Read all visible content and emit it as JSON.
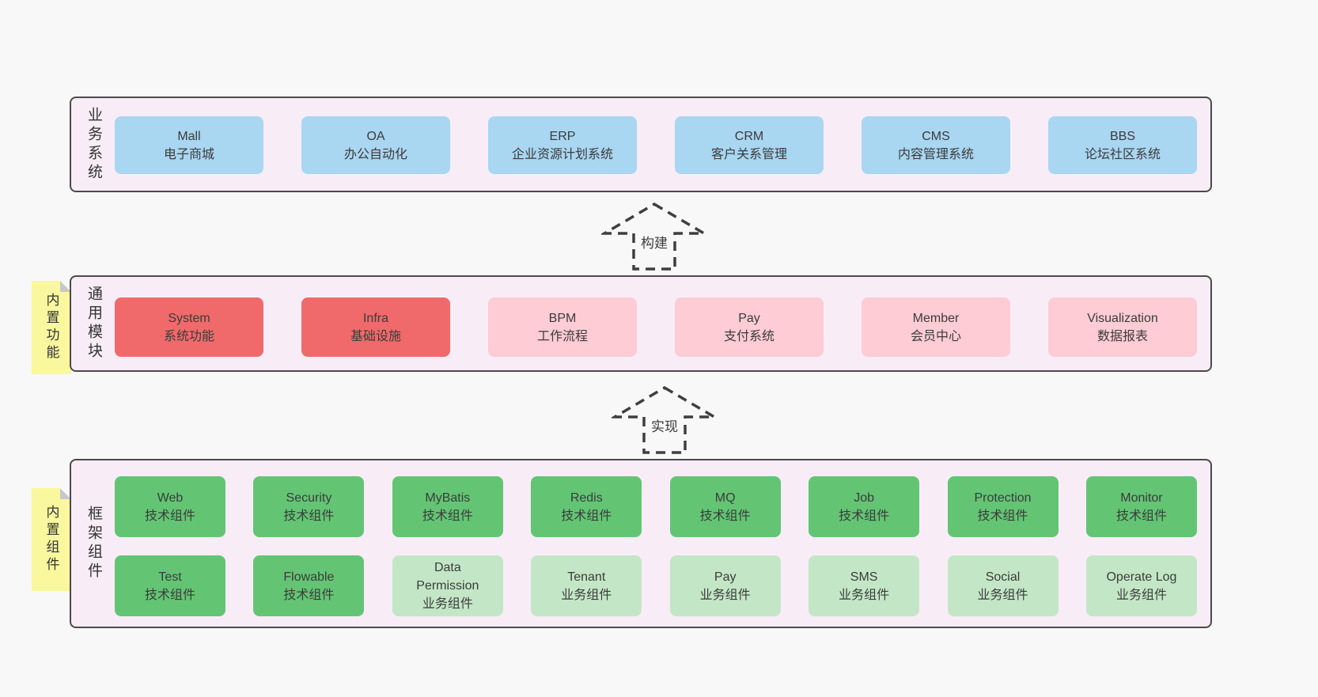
{
  "colors": {
    "page_bg": "#f8f8f8",
    "layer_bg": "#f8edf6",
    "layer_border": "#4a4a4a",
    "blue_box": "#a9d6f1",
    "red_box": "#f06a6b",
    "pink_box": "#fdccd4",
    "green_dark_box": "#63c574",
    "green_light_box": "#c3e7c6",
    "sticky_note": "#f9f89e",
    "text": "#3b3b3b"
  },
  "layers": {
    "business": {
      "label": "业务系统",
      "boxes": [
        {
          "title": "Mall",
          "subtitle": "电子商城"
        },
        {
          "title": "OA",
          "subtitle": "办公自动化"
        },
        {
          "title": "ERP",
          "subtitle": "企业资源计划系统"
        },
        {
          "title": "CRM",
          "subtitle": "客户关系管理"
        },
        {
          "title": "CMS",
          "subtitle": "内容管理系统"
        },
        {
          "title": "BBS",
          "subtitle": "论坛社区系统"
        }
      ]
    },
    "modules": {
      "label": "通用模块",
      "sticky": "内置功能",
      "boxes": [
        {
          "title": "System",
          "subtitle": "系统功能",
          "variant": "red"
        },
        {
          "title": "Infra",
          "subtitle": "基础设施",
          "variant": "red"
        },
        {
          "title": "BPM",
          "subtitle": "工作流程",
          "variant": "pink"
        },
        {
          "title": "Pay",
          "subtitle": "支付系统",
          "variant": "pink"
        },
        {
          "title": "Member",
          "subtitle": "会员中心",
          "variant": "pink"
        },
        {
          "title": "Visualization",
          "subtitle": "数据报表",
          "variant": "pink"
        }
      ]
    },
    "components": {
      "label": "框架组件",
      "sticky": "内置组件",
      "row1": [
        {
          "title": "Web",
          "subtitle": "技术组件",
          "variant": "dark"
        },
        {
          "title": "Security",
          "subtitle": "技术组件",
          "variant": "dark"
        },
        {
          "title": "MyBatis",
          "subtitle": "技术组件",
          "variant": "dark"
        },
        {
          "title": "Redis",
          "subtitle": "技术组件",
          "variant": "dark"
        },
        {
          "title": "MQ",
          "subtitle": "技术组件",
          "variant": "dark"
        },
        {
          "title": "Job",
          "subtitle": "技术组件",
          "variant": "dark"
        },
        {
          "title": "Protection",
          "subtitle": "技术组件",
          "variant": "dark"
        },
        {
          "title": "Monitor",
          "subtitle": "技术组件",
          "variant": "dark"
        }
      ],
      "row2": [
        {
          "title": "Test",
          "subtitle": "技术组件",
          "variant": "dark"
        },
        {
          "title": "Flowable",
          "subtitle": "技术组件",
          "variant": "dark"
        },
        {
          "title": "Data Permission",
          "subtitle": "业务组件",
          "variant": "light"
        },
        {
          "title": "Tenant",
          "subtitle": "业务组件",
          "variant": "light"
        },
        {
          "title": "Pay",
          "subtitle": "业务组件",
          "variant": "light"
        },
        {
          "title": "SMS",
          "subtitle": "业务组件",
          "variant": "light"
        },
        {
          "title": "Social",
          "subtitle": "业务组件",
          "variant": "light"
        },
        {
          "title": "Operate Log",
          "subtitle": "业务组件",
          "variant": "light"
        }
      ]
    }
  },
  "arrows": {
    "build": {
      "label": "构建"
    },
    "implement": {
      "label": "实现"
    }
  }
}
